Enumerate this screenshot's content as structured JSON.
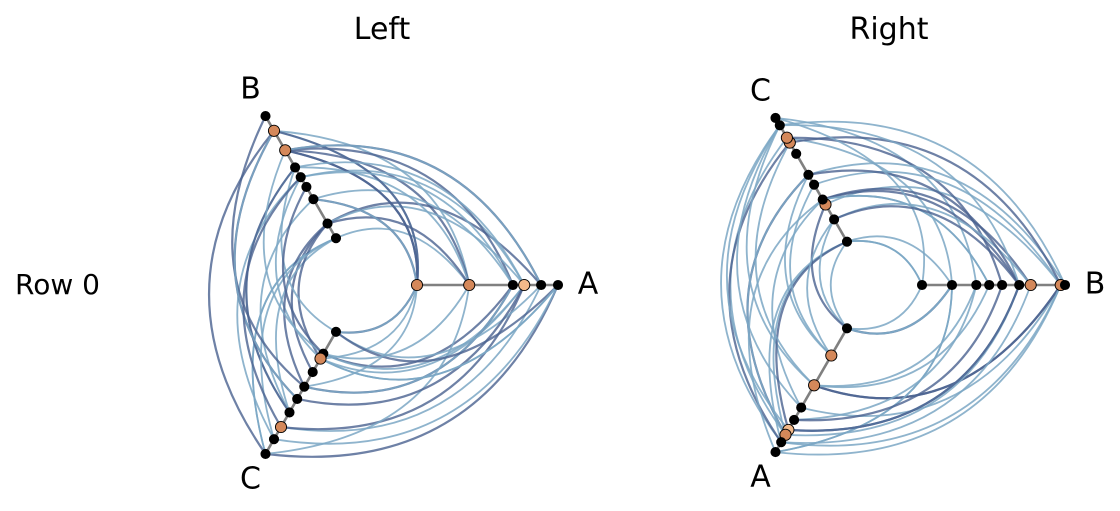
{
  "titles": {
    "left": "Left",
    "right": "Right"
  },
  "row_label": "Row 0",
  "colors": {
    "edge_light": "#7ba7c4",
    "edge_dark": "#4a6190",
    "axis": "#808080",
    "node_black": "#000000",
    "node_orange": "#d4885a",
    "node_peach": "#f2b98a"
  },
  "panels": [
    {
      "name": "left",
      "axes": [
        {
          "label": "A",
          "direction": "east"
        },
        {
          "label": "B",
          "direction": "north-west"
        },
        {
          "label": "C",
          "direction": "south-west"
        }
      ],
      "nodes": [
        {
          "axis": 0,
          "pos": 0.0,
          "c": "orange"
        },
        {
          "axis": 0,
          "pos": 0.37,
          "c": "orange"
        },
        {
          "axis": 0,
          "pos": 0.68,
          "c": "black"
        },
        {
          "axis": 0,
          "pos": 0.76,
          "c": "peach"
        },
        {
          "axis": 0,
          "pos": 0.88,
          "c": "black"
        },
        {
          "axis": 0,
          "pos": 1.0,
          "c": "black"
        },
        {
          "axis": 1,
          "pos": 0.0,
          "c": "black"
        },
        {
          "axis": 1,
          "pos": 0.12,
          "c": "black"
        },
        {
          "axis": 1,
          "pos": 0.32,
          "c": "black"
        },
        {
          "axis": 1,
          "pos": 0.42,
          "c": "black"
        },
        {
          "axis": 1,
          "pos": 0.5,
          "c": "black"
        },
        {
          "axis": 1,
          "pos": 0.58,
          "c": "black"
        },
        {
          "axis": 1,
          "pos": 0.72,
          "c": "orange"
        },
        {
          "axis": 1,
          "pos": 0.88,
          "c": "orange"
        },
        {
          "axis": 1,
          "pos": 1.0,
          "c": "black"
        },
        {
          "axis": 2,
          "pos": 0.0,
          "c": "black"
        },
        {
          "axis": 2,
          "pos": 0.18,
          "c": "black"
        },
        {
          "axis": 2,
          "pos": 0.22,
          "c": "orange"
        },
        {
          "axis": 2,
          "pos": 0.33,
          "c": "black"
        },
        {
          "axis": 2,
          "pos": 0.45,
          "c": "black"
        },
        {
          "axis": 2,
          "pos": 0.55,
          "c": "black"
        },
        {
          "axis": 2,
          "pos": 0.66,
          "c": "black"
        },
        {
          "axis": 2,
          "pos": 0.78,
          "c": "orange"
        },
        {
          "axis": 2,
          "pos": 0.88,
          "c": "black"
        },
        {
          "axis": 2,
          "pos": 1.0,
          "c": "black"
        }
      ]
    },
    {
      "name": "right",
      "axes": [
        {
          "label": "B",
          "direction": "east"
        },
        {
          "label": "C",
          "direction": "north-west"
        },
        {
          "label": "A",
          "direction": "south-west"
        }
      ],
      "nodes": [
        {
          "axis": 0,
          "pos": 0.0,
          "c": "black"
        },
        {
          "axis": 0,
          "pos": 0.21,
          "c": "black"
        },
        {
          "axis": 0,
          "pos": 0.38,
          "c": "black"
        },
        {
          "axis": 0,
          "pos": 0.47,
          "c": "black"
        },
        {
          "axis": 0,
          "pos": 0.56,
          "c": "black"
        },
        {
          "axis": 0,
          "pos": 0.68,
          "c": "black"
        },
        {
          "axis": 0,
          "pos": 0.76,
          "c": "orange"
        },
        {
          "axis": 0,
          "pos": 0.97,
          "c": "orange"
        },
        {
          "axis": 0,
          "pos": 1.0,
          "c": "black"
        },
        {
          "axis": 1,
          "pos": 0.0,
          "c": "black"
        },
        {
          "axis": 1,
          "pos": 0.18,
          "c": "black"
        },
        {
          "axis": 1,
          "pos": 0.3,
          "c": "orange"
        },
        {
          "axis": 1,
          "pos": 0.34,
          "c": "black"
        },
        {
          "axis": 1,
          "pos": 0.46,
          "c": "black"
        },
        {
          "axis": 1,
          "pos": 0.54,
          "c": "black"
        },
        {
          "axis": 1,
          "pos": 0.71,
          "c": "black"
        },
        {
          "axis": 1,
          "pos": 0.8,
          "c": "orange"
        },
        {
          "axis": 1,
          "pos": 0.84,
          "c": "orange"
        },
        {
          "axis": 1,
          "pos": 0.94,
          "c": "black"
        },
        {
          "axis": 1,
          "pos": 1.0,
          "c": "black"
        },
        {
          "axis": 2,
          "pos": 0.0,
          "c": "black"
        },
        {
          "axis": 2,
          "pos": 0.22,
          "c": "orange"
        },
        {
          "axis": 2,
          "pos": 0.46,
          "c": "orange"
        },
        {
          "axis": 2,
          "pos": 0.64,
          "c": "black"
        },
        {
          "axis": 2,
          "pos": 0.74,
          "c": "black"
        },
        {
          "axis": 2,
          "pos": 0.82,
          "c": "peach"
        },
        {
          "axis": 2,
          "pos": 0.86,
          "c": "orange"
        },
        {
          "axis": 2,
          "pos": 0.92,
          "c": "black"
        },
        {
          "axis": 2,
          "pos": 1.0,
          "c": "black"
        }
      ]
    }
  ]
}
